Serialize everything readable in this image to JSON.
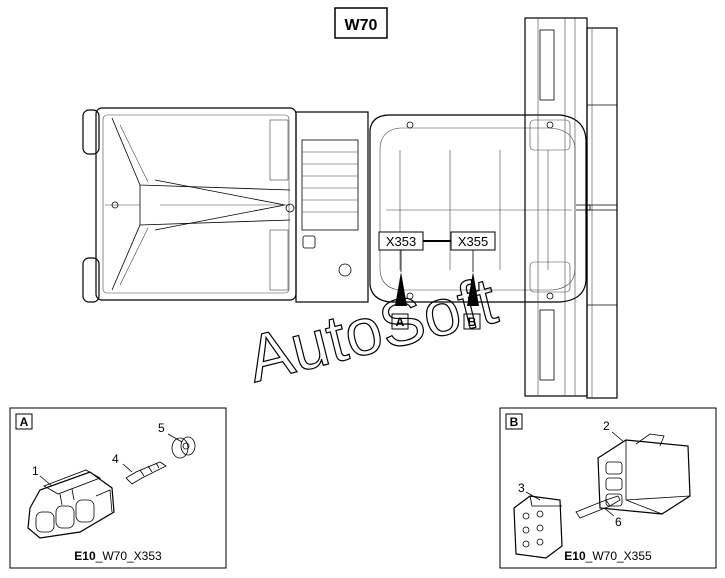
{
  "title": "W70",
  "callouts": {
    "connector_a": "X353",
    "connector_b": "X355",
    "marker_a": "A",
    "marker_b": "B"
  },
  "watermark": "AutoSoft",
  "detail_a": {
    "letter": "A",
    "parts": [
      "1",
      "4",
      "5"
    ],
    "caption_bold": "E10",
    "caption_rest": "_W70_X353"
  },
  "detail_b": {
    "letter": "B",
    "parts": [
      "2",
      "3",
      "6"
    ],
    "caption_bold": "E10",
    "caption_rest": "_W70_X355"
  }
}
